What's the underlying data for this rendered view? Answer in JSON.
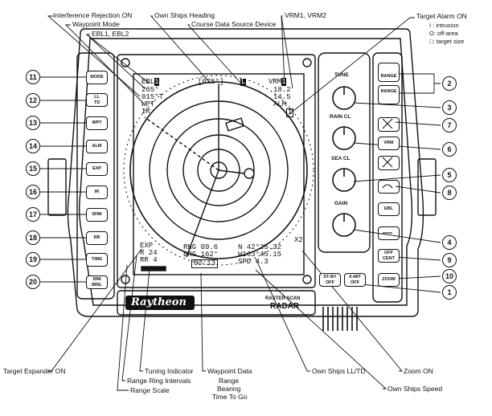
{
  "callouts": {
    "interference": "Interference Rejection ON",
    "waypoint_mode": "Waypoint Mode",
    "ebl": "EBL1, EBL2",
    "own_heading": "Own Ships Heading",
    "course_source": "Course Data Source Device",
    "vrm": "VRM1, VRM2",
    "target_alarm": "Target Alarm ON",
    "alarm_intrusion": "I : intrusion",
    "alarm_off_area": "O: off-area",
    "alarm_target_size": "□: target size",
    "target_expander": "Target Expander ON",
    "range_rings": "Range Ring Intervals",
    "range_scale": "Range Scale",
    "tuning": "Tuning Indicator",
    "waypoint_data": "Waypoint Data",
    "waypoint_sub": [
      "Range",
      "Bearing",
      "Time To Go"
    ],
    "own_lltd": "Own Ships LL/TD",
    "zoom_on": "Zoom ON",
    "own_speed": "Own Ships Speed"
  },
  "numbers": {
    "n11": "11",
    "n12": "12",
    "n13": "13",
    "n14": "14",
    "n15": "15",
    "n16": "16",
    "n17": "17",
    "n18": "18",
    "n19": "19",
    "n20": "20",
    "n1": "1",
    "n2": "2",
    "n3": "3",
    "n4": "4",
    "n5": "5",
    "n6": "6",
    "n7": "7",
    "n8": "8",
    "n9": "9",
    "n10": "10"
  },
  "left_buttons": {
    "mode": "MODE",
    "ll_top": "LL",
    "ll_bot": "TD",
    "wpt": "WPT",
    "alm": "ALM",
    "exp": "EXP",
    "ir": "IR",
    "shm": "SHM",
    "rr": "RR",
    "time": "TIME",
    "dim_top": "DIM",
    "dim_bot": "BRIL"
  },
  "right_buttons": {
    "range_up": "RANGE",
    "range_down": "RANGE",
    "vrm": "VRM",
    "ebl": "EBL",
    "off_top": "OFF",
    "off_bot": "CENT",
    "zoom": "ZOOM",
    "stby_top": "ST-BY",
    "stby_bot": "OFF",
    "xmit_top": "X-MIT",
    "xmit_bot": "OFF"
  },
  "knobs": {
    "tune": "TUNE",
    "rain": "RAIN CL",
    "sea": "SEA CL",
    "gain": "GAIN"
  },
  "screen": {
    "ebl_label": "EBL",
    "ebl_num": "1",
    "ebl_val1": "265°",
    "ebl_val2": "015°T",
    "wpt_mark": "WPT",
    "ir": "IR",
    "heading": "[075°]",
    "src": "L",
    "vrm_label": "VRM",
    "vrm_num": "1",
    "vrm_val1": "18.2",
    "vrm_val2": "14.5",
    "alm": "ALM",
    "alm_mark": "I",
    "exp": "EXP",
    "range": "R 24",
    "rr": "RR 4",
    "rng": "RNG 09.6",
    "brg": "BRG 162°",
    "ttg": "02:13",
    "lat": "N 42°25.32",
    "lon": "W163°45.15",
    "spd": "SPD 4.3",
    "zoom": "X2"
  },
  "brand": {
    "name": "Raytheon",
    "sub1": "RASTER SCAN",
    "sub2": "RADAR"
  }
}
